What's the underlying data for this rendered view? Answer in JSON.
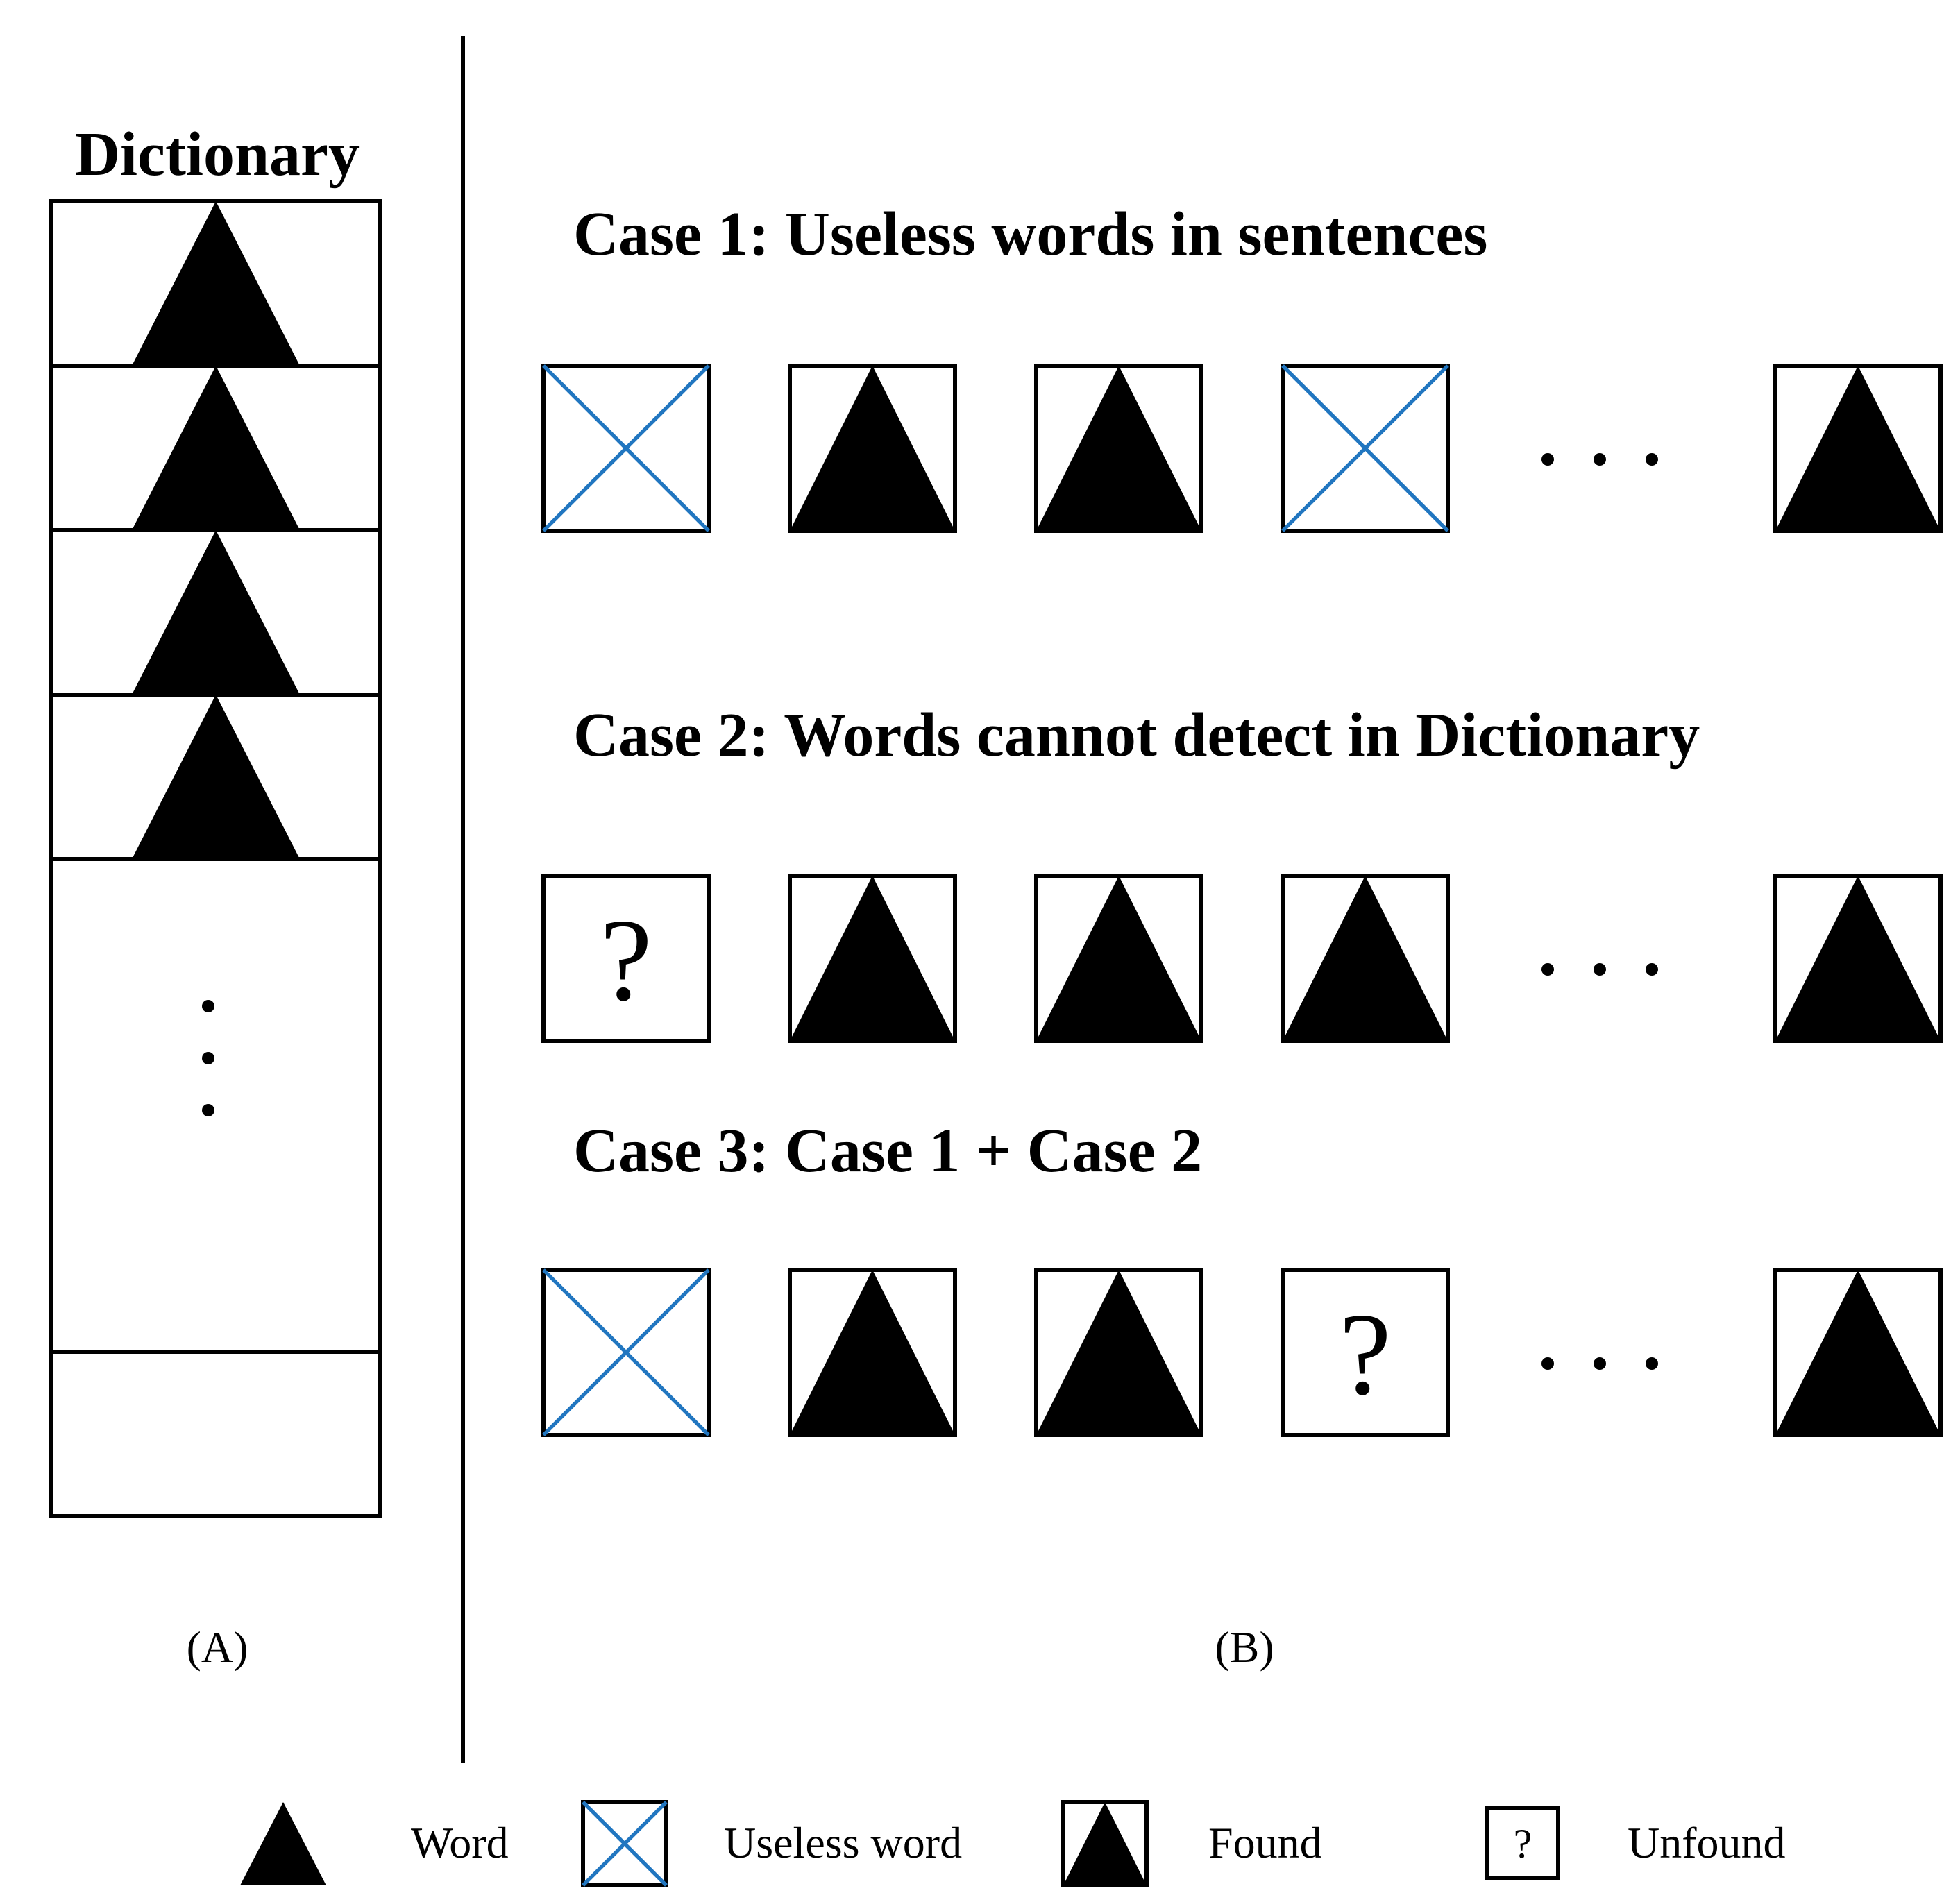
{
  "panel_a": {
    "title": "Dictionary",
    "caption": "(A)",
    "entries": [
      "word",
      "word",
      "word",
      "word"
    ],
    "ellipsis": "⋮"
  },
  "panel_b": {
    "caption": "(B)",
    "cases": [
      {
        "title": "Case 1: Useless words in sentences",
        "items": [
          "useless",
          "found",
          "found",
          "useless",
          "found"
        ]
      },
      {
        "title": "Case 2: Words cannot detect in Dictionary",
        "items": [
          "unfound",
          "found",
          "found",
          "found",
          "found"
        ]
      },
      {
        "title": "Case 3: Case 1 + Case 2",
        "items": [
          "useless",
          "found",
          "found",
          "unfound",
          "found"
        ]
      }
    ],
    "ellipsis": "…"
  },
  "legend": [
    {
      "symbol": "word",
      "label": "Word"
    },
    {
      "symbol": "useless",
      "label": "Useless word"
    },
    {
      "symbol": "found",
      "label": "Found"
    },
    {
      "symbol": "unfound",
      "label": "Unfound"
    }
  ],
  "question_mark": "?",
  "colors": {
    "cross": "#2176c0",
    "ink": "#000000",
    "background": "#ffffff"
  }
}
